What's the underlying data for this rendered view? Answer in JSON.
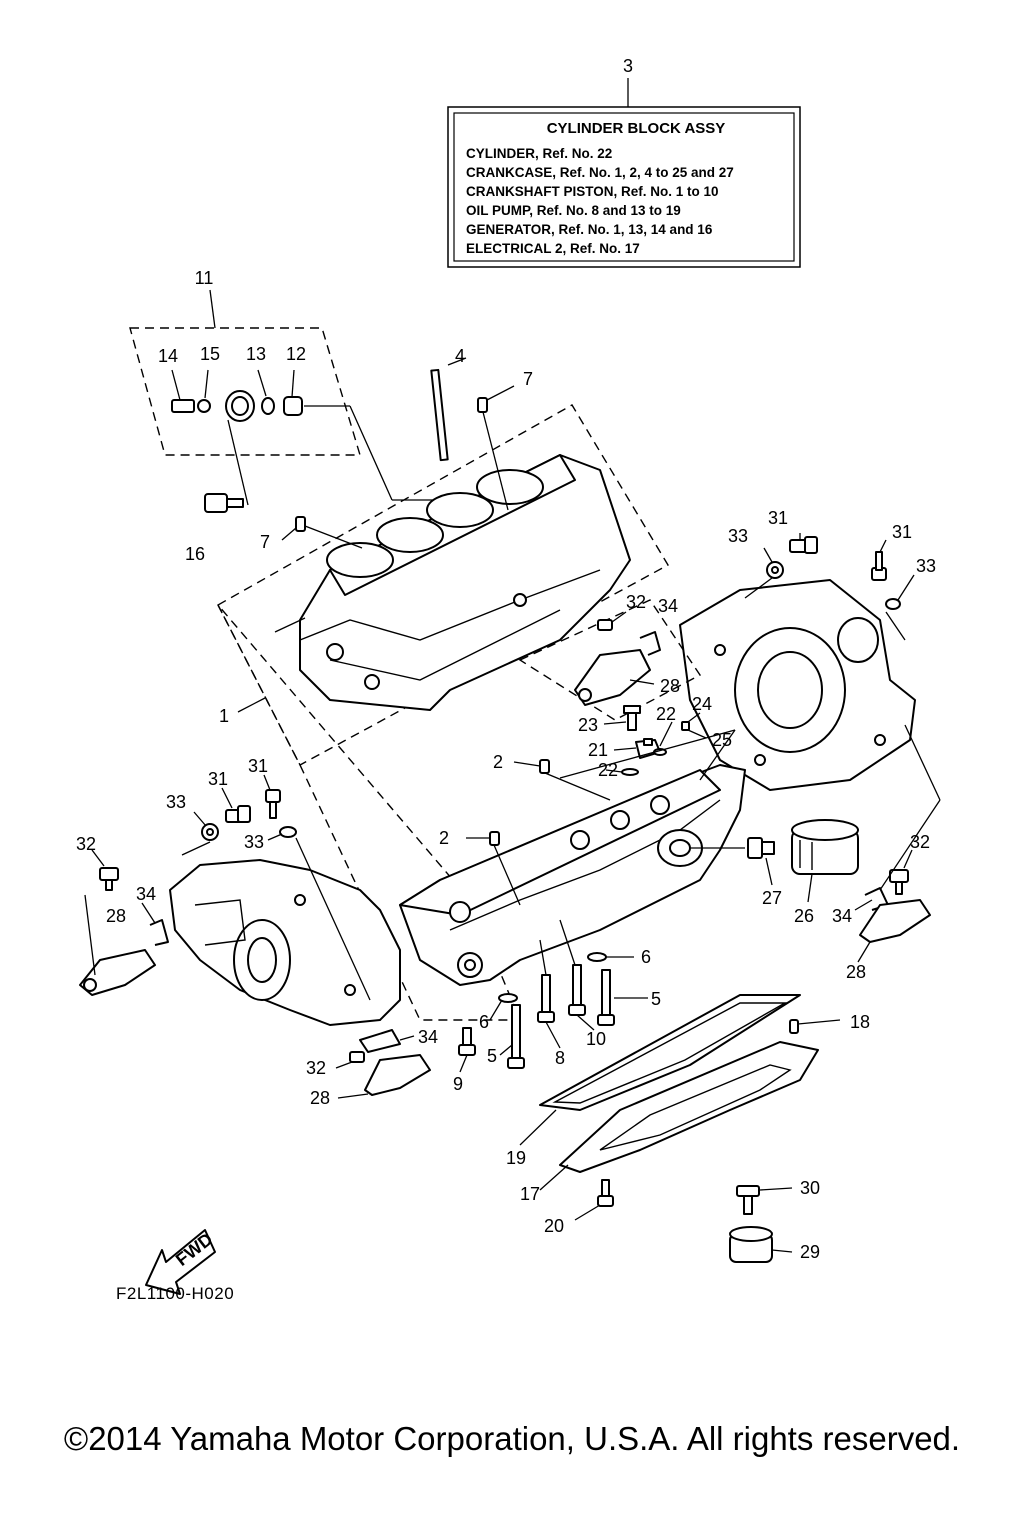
{
  "ref_box": {
    "number": "3",
    "title": "CYLINDER BLOCK ASSY",
    "lines": [
      "CYLINDER, Ref. No. 22",
      "CRANKCASE, Ref. No. 1, 2, 4 to 25 and 27",
      "CRANKSHAFT PISTON, Ref. No. 1 to 10",
      "OIL PUMP, Ref. No. 8 and 13 to 19",
      "GENERATOR, Ref. No. 1, 13, 14 and 16",
      "ELECTRICAL 2, Ref. No. 17"
    ]
  },
  "callouts": {
    "c11": "11",
    "c14": "14",
    "c15": "15",
    "c13": "13",
    "c12": "12",
    "c4": "4",
    "c7a": "7",
    "c7b": "7",
    "c16": "16",
    "c1": "1",
    "c31a": "31",
    "c33a": "33",
    "c31b": "31",
    "c33b": "33",
    "c32a": "32",
    "c34a": "34",
    "c28a": "28",
    "c24": "24",
    "c23": "23",
    "c22a": "22",
    "c21": "21",
    "c25": "25",
    "c22b": "22",
    "c2a": "2",
    "c2b": "2",
    "c31c": "31",
    "c31d": "31",
    "c33c": "33",
    "c33d": "33",
    "c32b": "32",
    "c34b": "34",
    "c28b": "28",
    "c27": "27",
    "c26": "26",
    "c32c": "32",
    "c34c": "34",
    "c28c": "28",
    "c6a": "6",
    "c6b": "6",
    "c5a": "5",
    "c5b": "5",
    "c9": "9",
    "c8": "8",
    "c10": "10",
    "c18": "18",
    "c34d": "34",
    "c32d": "32",
    "c28d": "28",
    "c19": "19",
    "c17": "17",
    "c20": "20",
    "c30": "30",
    "c29": "29"
  },
  "fwd_label": "FWD",
  "diagram_code": "F2L1100-H020",
  "copyright": "©2014 Yamaha Motor Corporation, U.S.A. All rights reserved."
}
